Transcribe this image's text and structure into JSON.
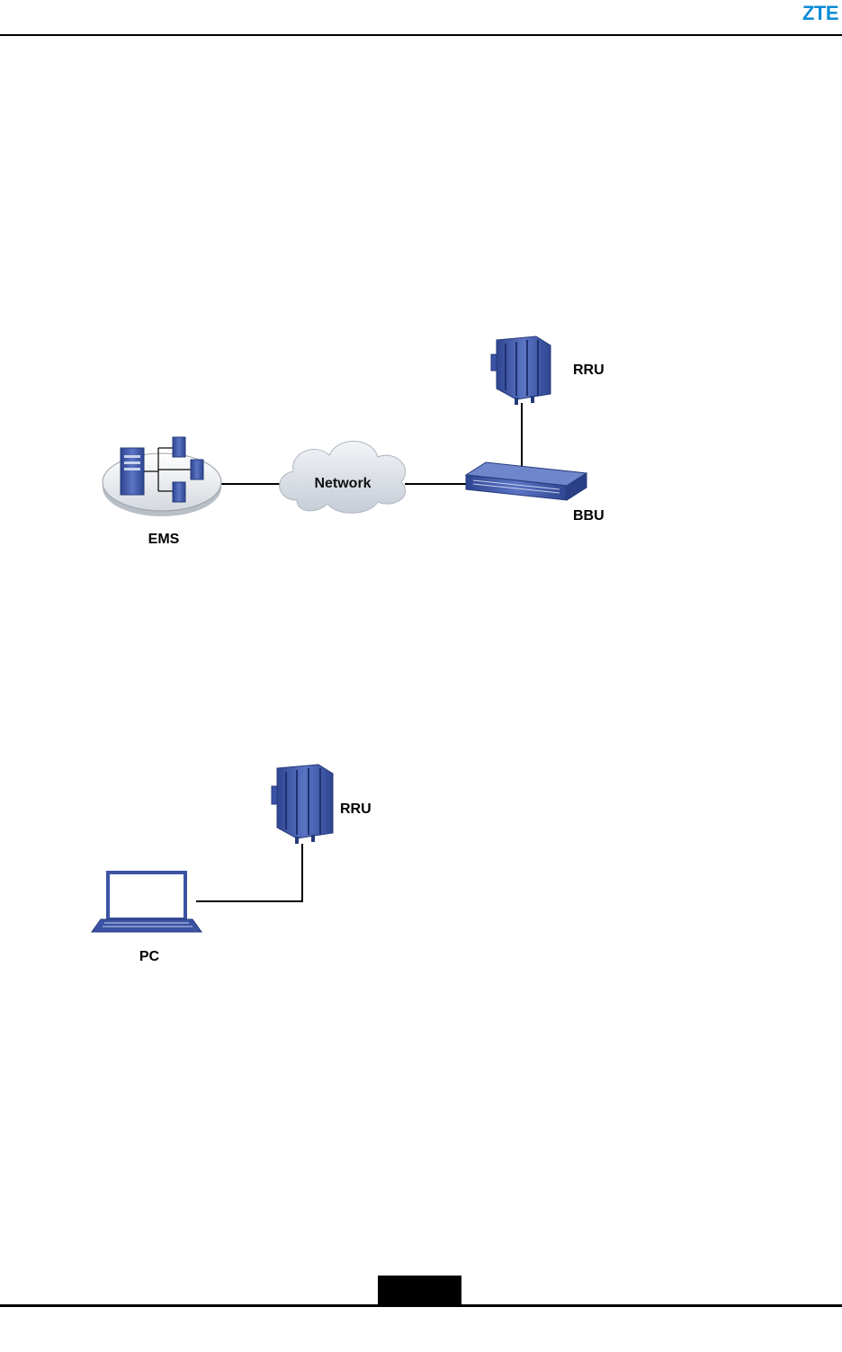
{
  "header": {
    "logo_text": "ZTE",
    "brand_color": "#0a8bd6"
  },
  "diagram_ems": {
    "nodes": {
      "ems": "EMS",
      "network": "Network",
      "bbu": "BBU",
      "rru": "RRU"
    },
    "connections": [
      [
        "EMS",
        "Network"
      ],
      [
        "Network",
        "BBU"
      ],
      [
        "BBU",
        "RRU"
      ]
    ],
    "device_color": "#3b53a4"
  },
  "diagram_pc": {
    "nodes": {
      "pc": "PC",
      "rru": "RRU"
    },
    "connections": [
      [
        "PC",
        "RRU"
      ]
    ]
  },
  "footer": {
    "page_number": ""
  }
}
